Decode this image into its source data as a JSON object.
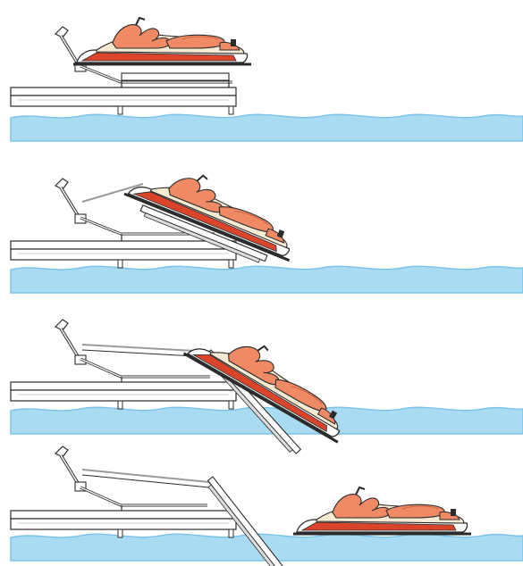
{
  "illustration": {
    "panels": [
      {
        "id": "panel-1",
        "stage": "ski-on-lift-raised"
      },
      {
        "id": "panel-2",
        "stage": "ski-tilting-down"
      },
      {
        "id": "panel-3",
        "stage": "ski-sliding-into-water"
      },
      {
        "id": "panel-4",
        "stage": "ski-floating-in-water"
      }
    ],
    "colors": {
      "water": "#a9dcf3",
      "water_edge": "#7cc3e8",
      "dock": "#ffffff",
      "outline": "#2b2b2b",
      "hull_red": "#d9442b",
      "body_orange": "#f08a64",
      "seat_cream": "#f6ead3",
      "lift_gray": "#9a9a9a"
    }
  }
}
